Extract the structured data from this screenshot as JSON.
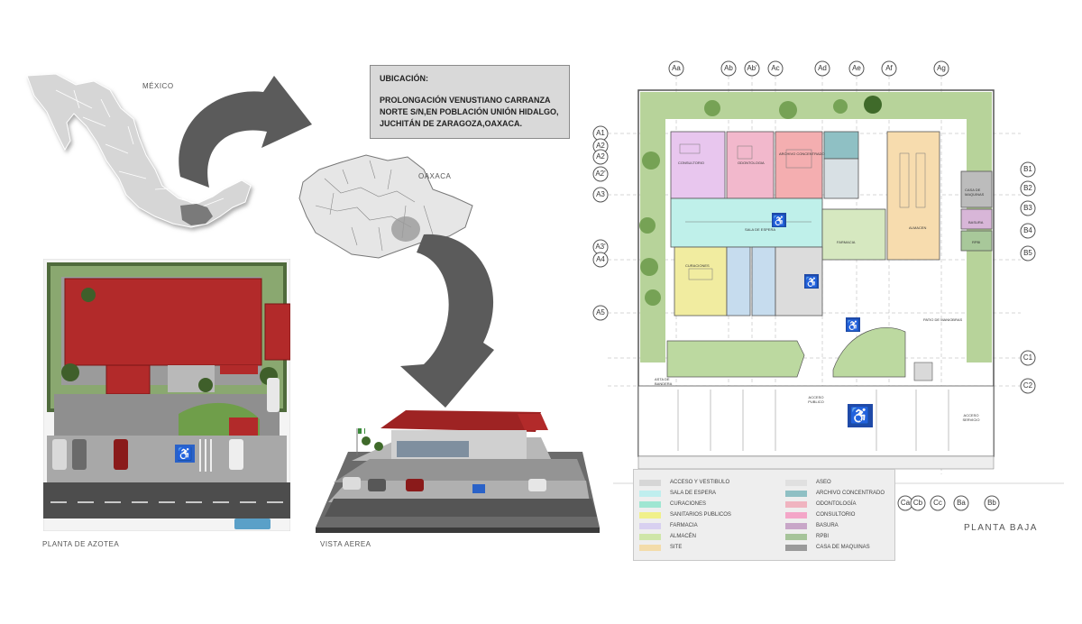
{
  "labels": {
    "mexico": "MÉXICO",
    "oaxaca": "OAXACA",
    "planta_azotea": "PLANTA DE AZOTEA",
    "vista_aerea": "VISTA AEREA",
    "planta_baja": "PLANTA BAJA"
  },
  "ubicacion": {
    "title": "UBICACIÓN:",
    "address": "PROLONGACIÓN VENUSTIANO CARRANZA NORTE S/N,EN POBLACIÓN UNIÓN HIDALGO, JUCHITÁN DE ZARAGOZA,OAXACA."
  },
  "plan": {
    "top_axes": [
      "Aa",
      "Ab",
      "Ab'",
      "Ac",
      "Ad",
      "Ae",
      "Af",
      "Ag"
    ],
    "left_axes": [
      "A1",
      "A2",
      "A2",
      "A2'",
      "A3",
      "A3'",
      "A4",
      "A5"
    ],
    "right_axes": [
      "B1",
      "B2",
      "B3",
      "B4",
      "B5",
      "C1",
      "C2"
    ],
    "bottom_axes": [
      "Ca",
      "Cb",
      "Cc",
      "Ba",
      "Bb"
    ],
    "rooms": {
      "consultorio": "CONSULTORIO",
      "odontologia": "ODONTOLOGIA",
      "archivo": "ARCHIVO CONCENTRADO",
      "sala_espera": "SALA DE ESPERA",
      "almacen": "ALMACEN",
      "farmacia": "FARMACIA",
      "curaciones": "CURACIONES",
      "patio": "PATIO DE MANIOBRAS",
      "casa_maquinas": "CASA DE MAQUINAS",
      "basura": "BASURA",
      "rpbi": "RPBI",
      "acceso_publico": "ACCESO PUBLICO",
      "acceso_servicio": "ACCESO SERVICIO",
      "asta": "ASTA DE BANDERA"
    }
  },
  "legend": [
    {
      "label": "ACCESO Y VESTIBULO",
      "color": "#d6d6d6"
    },
    {
      "label": "SALA DE ESPERA",
      "color": "#bfeeee"
    },
    {
      "label": "CURACIONES",
      "color": "#9fe6d2"
    },
    {
      "label": "SANITARIOS PUBLICOS",
      "color": "#f0f08a"
    },
    {
      "label": "FARMACIA",
      "color": "#d8d0f0"
    },
    {
      "label": "ALMACÉN",
      "color": "#cfe6a8"
    },
    {
      "label": "SITE",
      "color": "#f3dcaa"
    },
    {
      "label": "ASEO",
      "color": "#e0e0e0"
    },
    {
      "label": "ARCHIVO CONCENTRADO",
      "color": "#8fc0c4"
    },
    {
      "label": "ODONTOLOGÍA",
      "color": "#f0b4c0"
    },
    {
      "label": "CONSULTORIO",
      "color": "#f4a6c8"
    },
    {
      "label": "BASURA",
      "color": "#c8a6c8"
    },
    {
      "label": "RPBI",
      "color": "#a6c49a"
    },
    {
      "label": "CASA DE MAQUINAS",
      "color": "#9a9a9a"
    }
  ]
}
